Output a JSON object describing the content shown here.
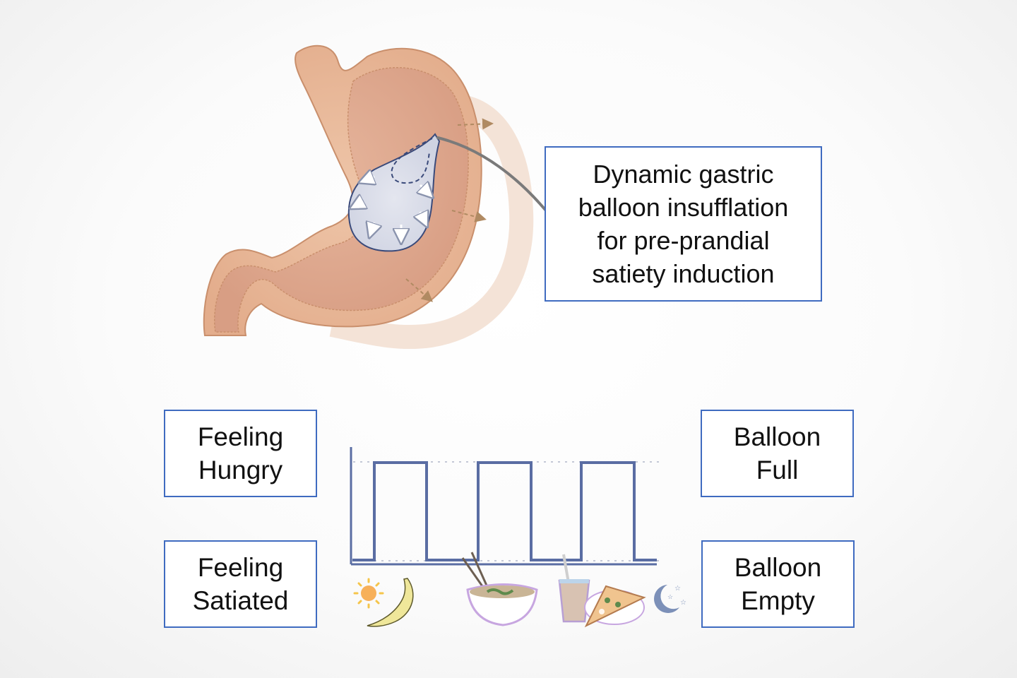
{
  "title_box": {
    "lines": [
      "Dynamic gastric",
      "balloon insufflation",
      "for pre-prandial",
      "satiety induction"
    ]
  },
  "left_labels": {
    "hungry": [
      "Feeling",
      "Hungry"
    ],
    "satiated": [
      "Feeling",
      "Satiated"
    ]
  },
  "right_labels": {
    "full": [
      "Balloon",
      "Full"
    ],
    "empty": [
      "Balloon",
      "Empty"
    ]
  },
  "colors": {
    "box_border": "#3f6bc0",
    "waveform": "#5a6da3",
    "stomach_wall": "#e8b894",
    "stomach_inner": "#dba48a",
    "balloon": "#dfe2ee",
    "balloon_outline": "#3a4a7a",
    "arrow": "#b08a62"
  },
  "waveform": {
    "states": [
      "empty",
      "full",
      "empty",
      "full",
      "empty",
      "full",
      "empty"
    ],
    "meal_icons": [
      "sun-icon",
      "banana-icon",
      "noodle-bowl-icon",
      "bubble-tea-icon",
      "pizza-icon",
      "moon-stars-icon"
    ]
  }
}
